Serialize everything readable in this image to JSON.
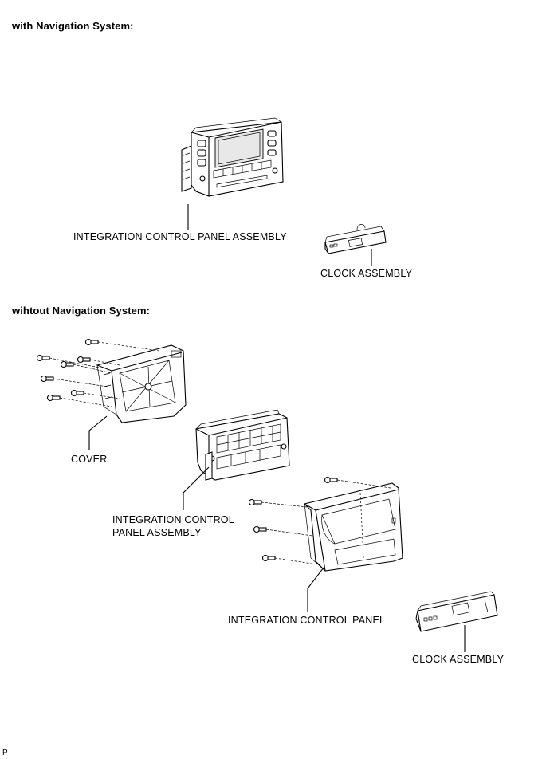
{
  "sections": {
    "with_nav": {
      "title": "with Navigation System:"
    },
    "without_nav": {
      "title": "wihtout Navigation System:"
    }
  },
  "labels": {
    "nav_panel": "INTEGRATION CONTROL PANEL ASSEMBLY",
    "nav_clock": "CLOCK ASSEMBLY",
    "cover": "COVER",
    "panel_assembly_line1": "INTEGRATION CONTROL",
    "panel_assembly_line2": "PANEL ASSEMBLY",
    "control_panel": "INTEGRATION CONTROL PANEL",
    "clock": "CLOCK ASSEMBLY"
  },
  "footer": {
    "code": "P"
  }
}
